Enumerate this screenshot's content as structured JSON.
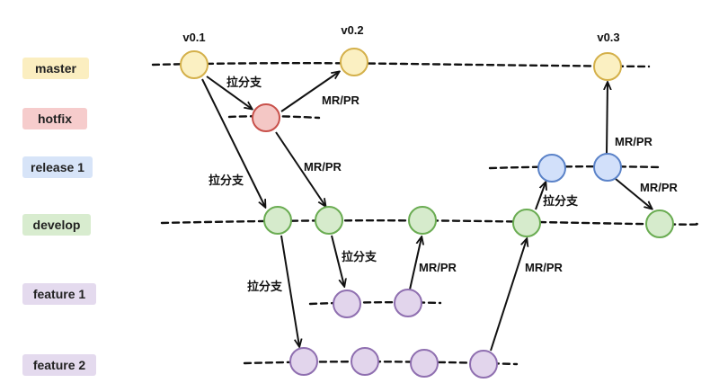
{
  "lanes": [
    {
      "id": "master",
      "label": "master",
      "color": "#fbeec0",
      "node": "#fbf0c2",
      "stroke": "#d4b04a"
    },
    {
      "id": "hotfix",
      "label": "hotfix",
      "color": "#f6cccc",
      "node": "#f4c7c5",
      "stroke": "#c8504a"
    },
    {
      "id": "release",
      "label": "release 1",
      "color": "#d7e4f8",
      "node": "#d2e0fa",
      "stroke": "#5a82c8"
    },
    {
      "id": "develop",
      "label": "develop",
      "color": "#d8eccf",
      "node": "#d6ebcc",
      "stroke": "#6aac52"
    },
    {
      "id": "feature1",
      "label": "feature 1",
      "color": "#e4daee",
      "node": "#e2d5ec",
      "stroke": "#8f6fb0"
    },
    {
      "id": "feature2",
      "label": "feature 2",
      "color": "#e4daee",
      "node": "#e2d5ec",
      "stroke": "#8f6fb0"
    }
  ],
  "tags": [
    "v0.1",
    "v0.2",
    "v0.3"
  ],
  "edge_labels": {
    "branch": "拉分支",
    "merge": "MR/PR"
  }
}
